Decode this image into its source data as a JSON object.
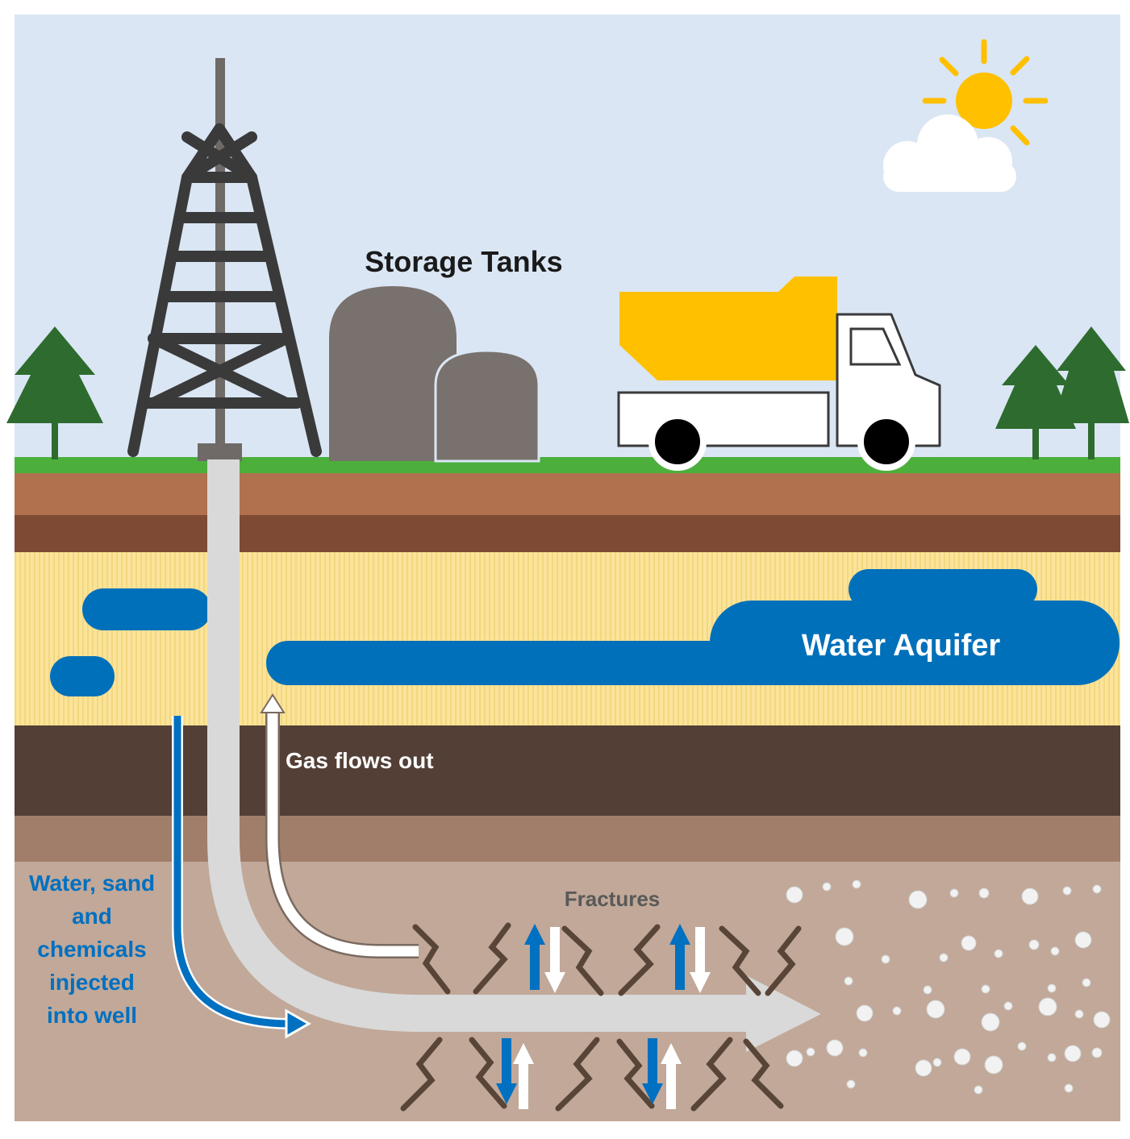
{
  "labels": {
    "storage_tanks": "Storage Tanks",
    "water_aquifer": "Water Aquifer",
    "gas_flows_out": "Gas flows out",
    "fractures": "Fractures",
    "injection": [
      "Water, sand",
      "and",
      "chemicals",
      "injected",
      "into well"
    ]
  },
  "colors": {
    "sky": "#dae6f4",
    "grass": "#4caf3c",
    "topsoil": "#b1714e",
    "subsoil": "#7f4a34",
    "sand": "#fbe39a",
    "dark_rock": "#533f35",
    "mid_rock": "#a07e6a",
    "shale": "#c1a898",
    "water": "#0070ba",
    "pipe": "#d9d9d9",
    "tank": "#79716d",
    "derrick": "#3a3a3a",
    "truck_bed": "#ffc000",
    "sun": "#ffc000",
    "tree": "#2e6b2e",
    "fracture": "#594537",
    "label_dark": "#1a1a1a",
    "label_blue": "#0070c0",
    "label_white": "#ffffff",
    "label_gray": "#595959"
  }
}
